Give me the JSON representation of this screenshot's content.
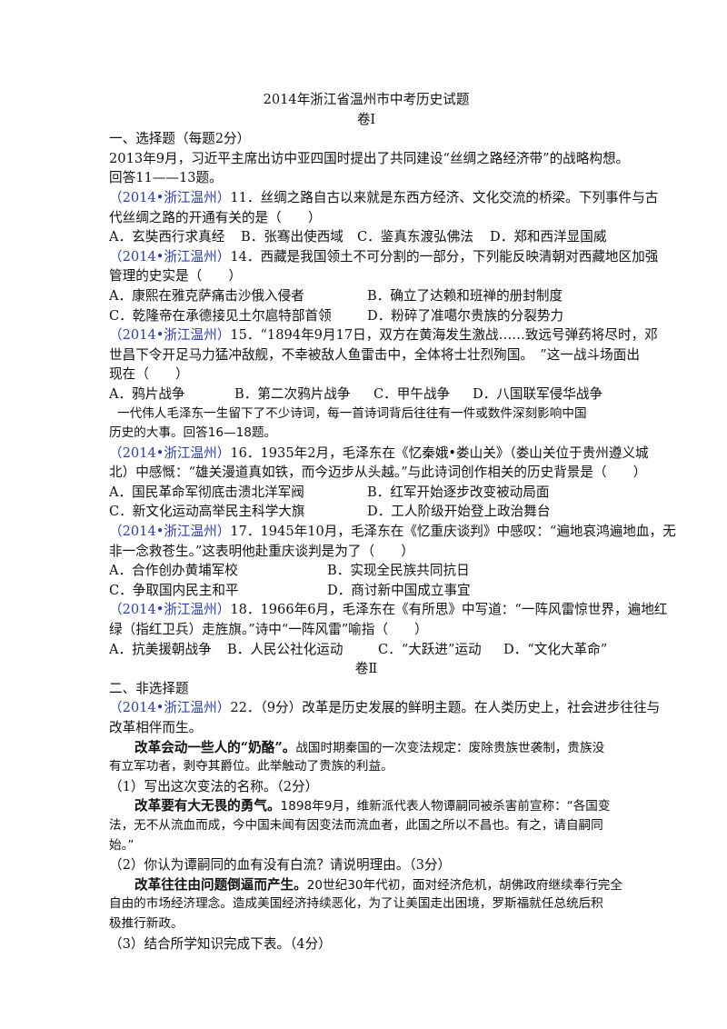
{
  "header": {
    "title": "2014年浙江省温州市中考历史试题",
    "vol1": "卷Ⅰ",
    "vol2": "卷Ⅱ"
  },
  "section1": {
    "heading": "一、选择题（每题2分）",
    "intro1_l1": "2013年9月，习近平主席出访中亚四国时提出了共同建设“丝绸之路经济带”的战略构想。",
    "intro1_l2": "回答11——13题。",
    "q11": {
      "src": "（2014•浙江温州）",
      "l1": "11．丝绸之路自古以来就是东西方经济、文化交流的桥梁。下列事件与古",
      "l2": "代丝绸之路的开通有关的是（　　）",
      "a": "A．玄奘西行求真经",
      "b": "B．张骞出使西域",
      "c": "C．鉴真东渡弘佛法",
      "d": "D．郑和西洋显国威"
    },
    "q14": {
      "src": "（2014•浙江温州）",
      "l1": "14．西藏是我国领土不可分割的一部分，下列能反映清朝对西藏地区加强",
      "l2": "管理的史实是（　　）",
      "a": "A．康熙在雅克萨痛击沙俄入侵者",
      "b": "B．确立了达赖和班禅的册封制度",
      "c": "C．乾隆帝在承德接见土尔扈特部首领",
      "d": "D．粉碎了准噶尔贵族的分裂势力"
    },
    "q15": {
      "src": "（2014•浙江温州）",
      "l1": "15．“1894年9月17日，双方在黄海发生激战……致远号弹药将尽时，邓",
      "l2": "世昌下令开足马力猛冲敌舰，不幸被敌人鱼雷击中，全体将士壮烈殉国。　”这一战斗场面出",
      "l3": "现在（　　）",
      "a": "A．鸦片战争",
      "b": "B．第二次鸦片战争",
      "c": "C．甲午战争",
      "d": "D．八国联军侵华战争"
    },
    "intro2_l1": "一代伟人毛泽东一生留下了不少诗词，每一首诗词背后往往有一件或数件深刻影响中国",
    "intro2_l2": "历史的大事。回答16—18题。",
    "q16": {
      "src": "（2014•浙江温州）",
      "l1": "16．1935年2月，毛泽东在《忆秦娥•娄山关》（娄山关位于贵州遵义城",
      "l2": "北）中感慨：“雄关漫道真如铁，而今迈步从头越。”与此诗词创作相关的历史背景是（　　）",
      "a": "A．国民革命军彻底击溃北洋军阀",
      "b": "B．红军开始逐步改变被动局面",
      "c": "C．新文化运动高举民主科学大旗",
      "d": "D．工人阶级开始登上政治舞台"
    },
    "q17": {
      "src": "（2014•浙江温州）",
      "l1": "17．1945年10月，毛泽东在《忆重庆谈判》中感叹：“遍地哀鸿遍地血，无",
      "l2": "非一念救苍生。”这表明他赴重庆谈判是为了（　　）",
      "a": "A．合作创办黄埔军校",
      "b": "B．实现全民族共同抗日",
      "c": "C．争取国内民主和平",
      "d": "D．商讨新中国成立事宜"
    },
    "q18": {
      "src": "（2014•浙江温州）",
      "l1": "18．1966年6月，毛泽东在《有所思》中写道：“一阵风雷惊世界，遍地红",
      "l2": "绿（指红卫兵）走旌旗。”诗中“一阵风雷”喻指（　　）",
      "a": "A．抗美援朝战争",
      "b": "B．人民公社化运动",
      "c": "C．“大跃进”运动",
      "d": "D．“文化大革命”"
    }
  },
  "section2": {
    "heading": "二、非选择题",
    "q22": {
      "src": "（2014•浙江温州）",
      "l1": "22．（9分）改革是历史发展的鲜明主题。在人类历史上，社会进步往往与",
      "l2": "改革相伴而生。"
    },
    "p1": {
      "bold": "改革会动一些人的“奶酪”。",
      "l1": "战国时期秦国的一次变法规定：废除贵族世袭制，贵族没",
      "l2": "有立军功者，剥夺其爵位。此举触动了贵族的利益。"
    },
    "sq1": "（1）写出这次变法的名称。（2分）",
    "p2": {
      "bold": "改革要有大无畏的勇气。",
      "l1": "1898年9月，维新派代表人物谭嗣同被杀害前宣称：“各国变",
      "l2": "法，无不从流血而成，今中国未闻有因变法而流血者，此国之所以不昌也。有之，请自嗣同",
      "l3": "始。”"
    },
    "sq2": "（2）你认为谭嗣同的血有没有白流？请说明理由。（3分）",
    "p3": {
      "bold": "改革往往由问题倒逼而产生。",
      "l1": "20世纪30年代初，面对经济危机，胡佛政府继续奉行完全",
      "l2": "自由的市场经济理念。造成美国经济持续恶化，为了让美国走出困境，罗斯福就任总统后积",
      "l3": "极推行新政。"
    },
    "sq3": "（3）结合所学知识完成下表。（4分）"
  }
}
